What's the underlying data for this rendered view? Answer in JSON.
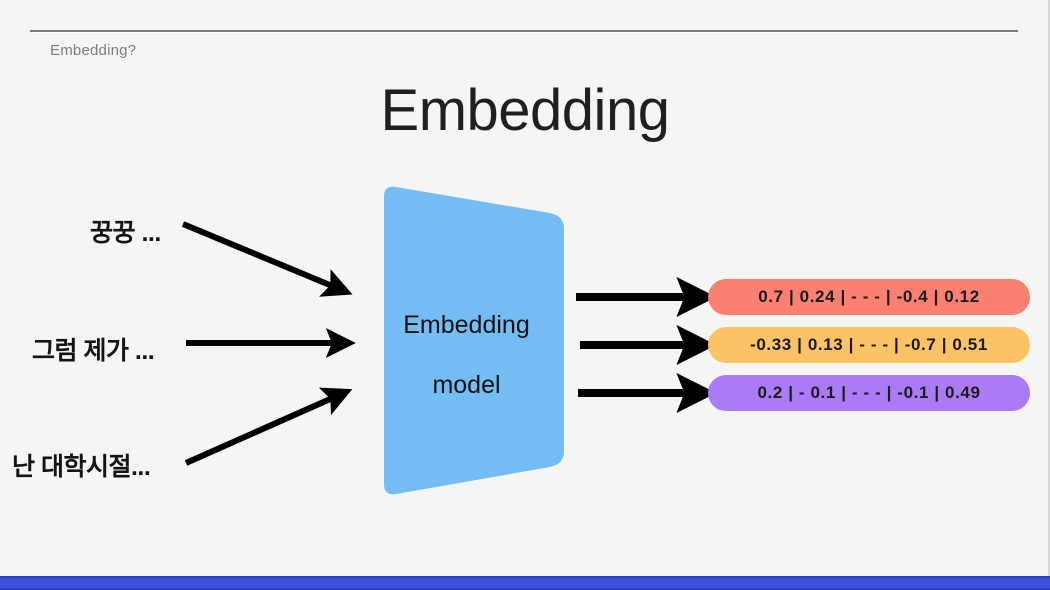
{
  "slide": {
    "kicker": "Embedding?",
    "title": "Embedding",
    "background_color": "#f5f5f4",
    "footer_color": "#3b4fd8"
  },
  "inputs": [
    {
      "label": "꿍꿍 ...",
      "name": "input-text-1"
    },
    {
      "label": "그럼 제가 ...",
      "name": "input-text-2"
    },
    {
      "label": "난 대학시절...",
      "name": "input-text-3"
    }
  ],
  "model": {
    "line1": "Embedding",
    "line2": "model",
    "fill_color": "#74bdf4"
  },
  "outputs": [
    {
      "vector": "0.7 | 0.24 | - - - | -0.4 | 0.12",
      "color": "#fa8072"
    },
    {
      "vector": "-0.33 | 0.13 | - - - | -0.7 | 0.51",
      "color": "#fcc366"
    },
    {
      "vector": "0.2 | - 0.1 | - - - | -0.1 | 0.49",
      "color": "#ab7bf5"
    }
  ],
  "icons": {
    "input_arrow": "arrow-right-icon",
    "output_arrow": "arrow-right-icon"
  }
}
